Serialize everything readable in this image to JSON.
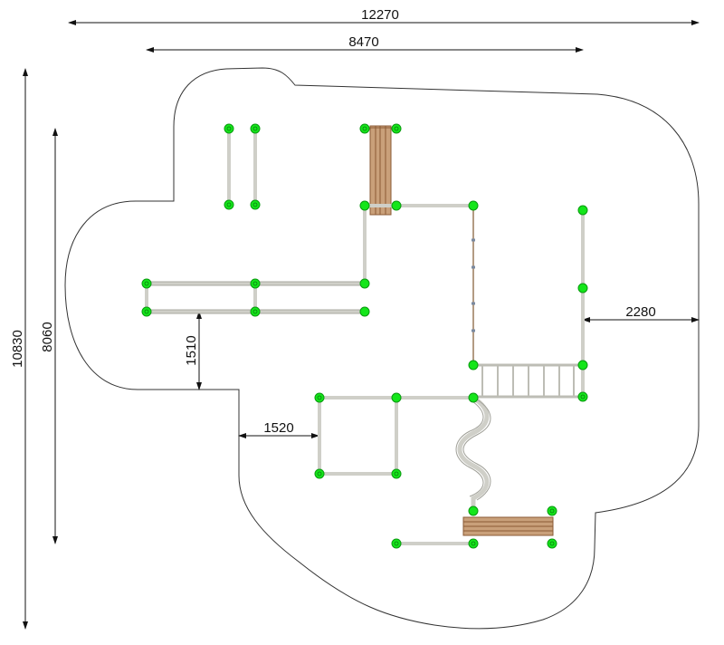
{
  "dimensions": {
    "overall_width": "12270",
    "inner_width": "8470",
    "overall_height": "10830",
    "inner_height": "8060",
    "right_clearance": "2280",
    "left_gap_vertical": "1510",
    "left_gap_horizontal": "1520"
  },
  "colors": {
    "post": "#14e61a",
    "beam": "#cfcfc8",
    "wood": "#c9a07a",
    "outline": "#333333"
  }
}
